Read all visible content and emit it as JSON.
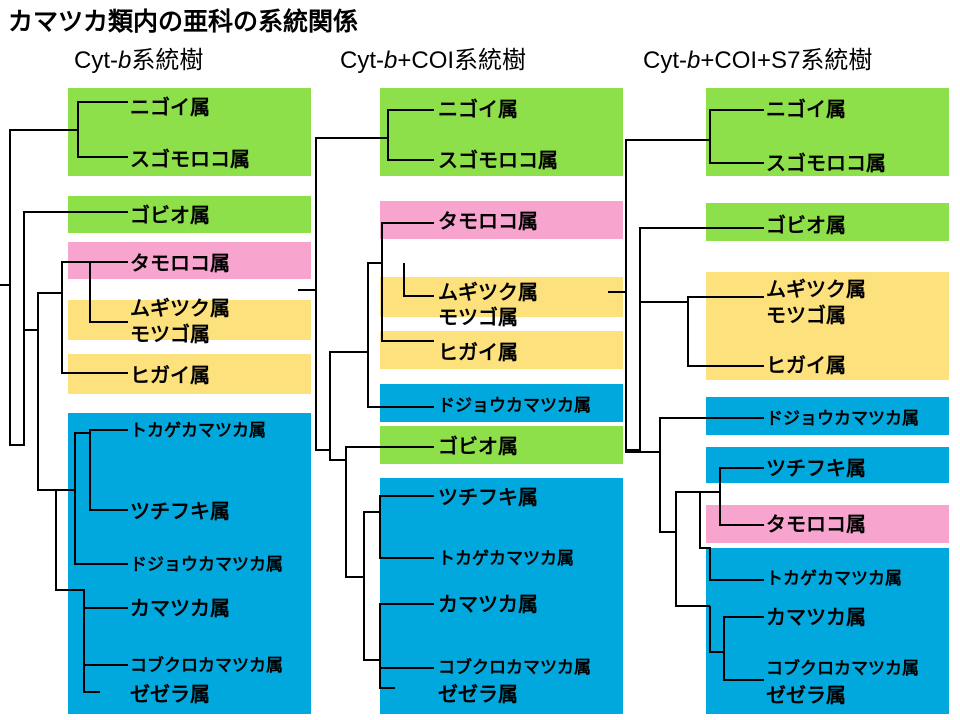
{
  "title": "カマツカ類内の亜科の系統関係",
  "trees": [
    {
      "marker_prefix": "Cyt-",
      "marker_italic": "b",
      "marker_suffix": "系統樹",
      "taxa": {
        "nigoi": "ニゴイ属",
        "sugomoroko": "スゴモロコ属",
        "gobio": "ゴビオ属",
        "tamoroko": "タモロコ属",
        "mugitsuku": "ムギツク属",
        "motsugo": "モツゴ属",
        "higai": "ヒガイ属",
        "tokagegakamatsuka": "トカゲカマツカ属",
        "tsuchifuki": "ツチフキ属",
        "dojoukamatsuka": "ドジョウカマツカ属",
        "kamatsuka": "カマツカ属",
        "kobukurokamatsuka": "コブクロカマツカ属",
        "zezera": "ゼゼラ属"
      }
    },
    {
      "marker_prefix": "Cyt-",
      "marker_italic": "b",
      "marker_suffix": "+COI系統樹",
      "taxa": {
        "nigoi": "ニゴイ属",
        "sugomoroko": "スゴモロコ属",
        "tamoroko": "タモロコ属",
        "mugitsuku": "ムギツク属",
        "motsugo": "モツゴ属",
        "higai": "ヒガイ属",
        "dojoukamatsuka": "ドジョウカマツカ属",
        "gobio": "ゴビオ属",
        "tsuchifuki": "ツチフキ属",
        "tokagegakamatsuka": "トカゲカマツカ属",
        "kamatsuka": "カマツカ属",
        "kobukurokamatsuka": "コブクロカマツカ属",
        "zezera": "ゼゼラ属"
      }
    },
    {
      "marker_prefix": "Cyt-",
      "marker_italic": "b",
      "marker_suffix": "+COI+S7系統樹",
      "taxa": {
        "nigoi": "ニゴイ属",
        "sugomoroko": "スゴモロコ属",
        "gobio": "ゴビオ属",
        "mugitsuku": "ムギツク属",
        "motsugo": "モツゴ属",
        "higai": "ヒガイ属",
        "dojoukamatsuka": "ドジョウカマツカ属",
        "tsuchifuki": "ツチフキ属",
        "tamoroko": "タモロコ属",
        "tokagegakamatsuka": "トカゲカマツカ属",
        "kamatsuka": "カマツカ属",
        "kobukurokamatsuka": "コブクロカマツカ属",
        "zezera": "ゼゼラ属"
      }
    }
  ]
}
